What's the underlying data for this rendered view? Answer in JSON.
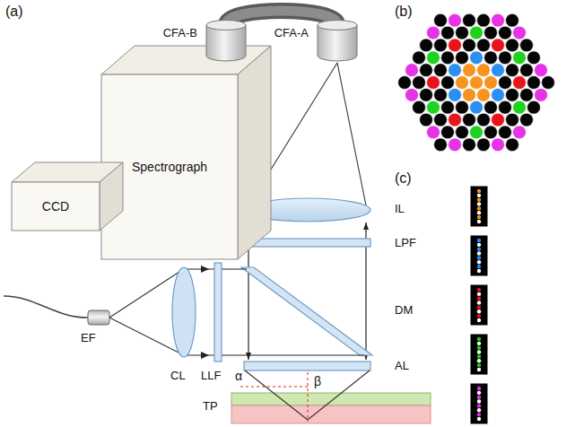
{
  "diagram": {
    "nodes": [
      {
        "text": [
          "Spectrograph"
        ]
      },
      {
        "text": [
          "CCD"
        ]
      },
      {
        "text": [
          "CFA-B"
        ]
      },
      {
        "text": [
          "CFA-A"
        ]
      }
    ],
    "edges": [
      {
        "from": 2,
        "to": 3,
        "arrow": "none"
      }
    ],
    "labels": [
      "(a)",
      "(b)",
      "(c)",
      "IL",
      "LPF",
      "DM",
      "EF",
      "CL",
      "LLF",
      "AL",
      "α",
      "β",
      "TP"
    ]
  }
}
